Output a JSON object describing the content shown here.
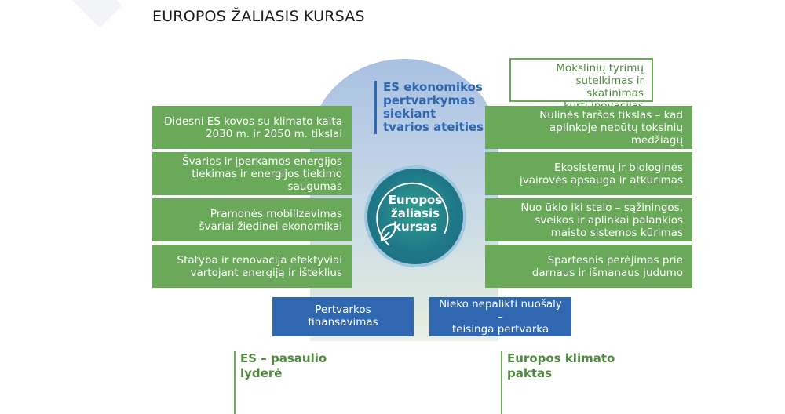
{
  "title": "EUROPOS ŽALIASIS KURSAS",
  "center_heading": "ES ekonomikos pertvarkymas siekiant tvarios ateities",
  "center_circle": "Europos žaliasis kursas",
  "left_boxes": [
    "Didesni ES kovos su klimato kaita\n2030 m. ir 2050 m. tikslai",
    "Švarios ir įperkamos energijos\ntiekimas ir energijos tiekimo\nsaugumas",
    "Pramonės mobilizavimas\nšvariai žiedinei ekonomikai",
    "Statyba ir renovacija efektyviai\nvartojant energiją ir išteklius"
  ],
  "right_boxes": [
    "Nulinės taršos tikslas – kad\naplinkoje nebūtų toksinių medžiagų",
    "Ekosistemų ir biologinės\nįvairovės apsauga ir atkūrimas",
    "Nuo ūkio iki stalo – sąžiningos,\nsveikos ir aplinkai palankios\nmaisto sistemos kūrimas",
    "Spartesnis perėjimas prie\ndarnaus ir išmanaus judumo"
  ],
  "research_box": "Mokslinių tyrimų\nsutelkimas ir skatinimas\nkurti inovacijas",
  "bottom_boxes": [
    "Pertvarkos finansavimas",
    "Nieko nepalikti nuošaly –\nteisinga pertvarka"
  ],
  "bottom_headings": [
    "ES – pasaulio\nlyderė",
    "Europos klimato\npaktas"
  ],
  "colors": {
    "green": "#6aa85a",
    "blue": "#2f67b1",
    "teal": "#1f7888"
  }
}
